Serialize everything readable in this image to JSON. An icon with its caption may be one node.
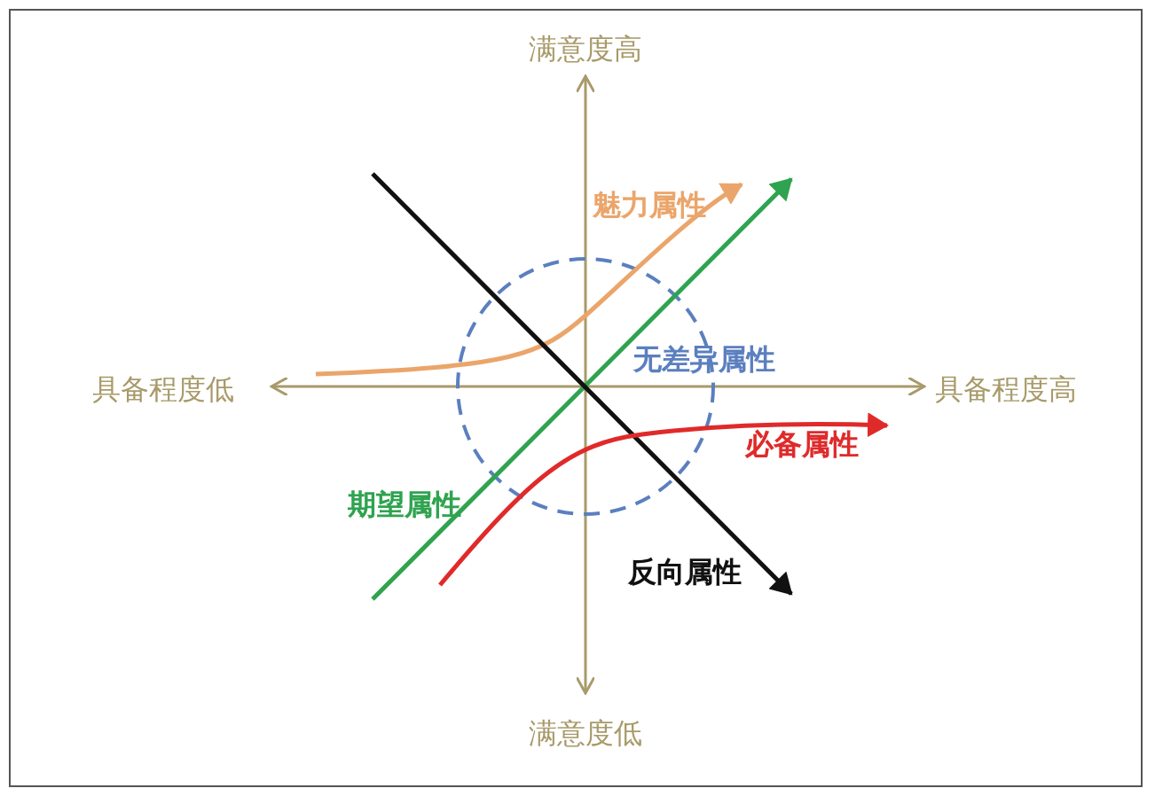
{
  "diagram": {
    "labels": [
      "满意度高",
      "魅力属性",
      "具备程度低",
      "无差异属性",
      "具备程度高",
      "必备属性",
      "期望属性",
      "反向属性",
      "满意度低"
    ]
  }
}
